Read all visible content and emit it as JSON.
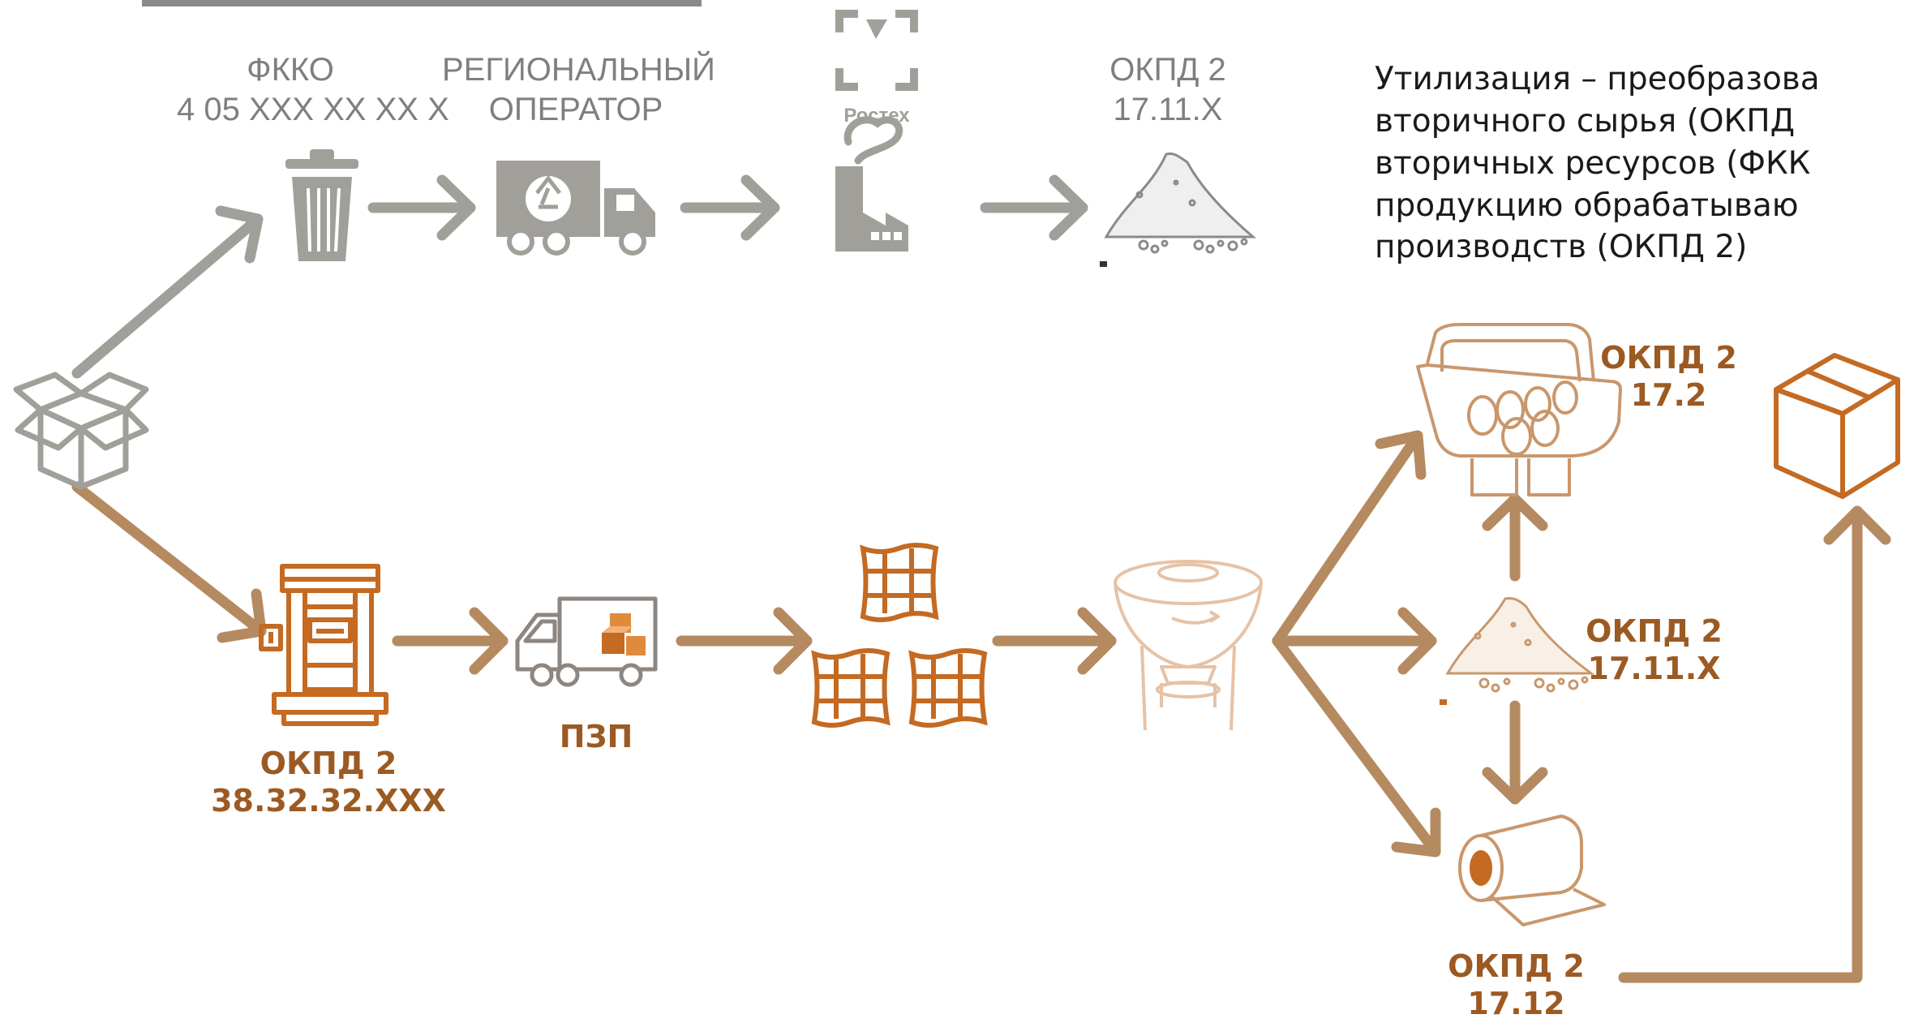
{
  "colors": {
    "grey": "#9a9a94",
    "brown": "#b58a60",
    "orange": "#c46a22",
    "light_brown": "#d7a982",
    "text_dark": "#1a1a1a"
  },
  "top_row": {
    "fkko_title": "ФККО",
    "fkko_code": "4 05 XXX XX XX X",
    "operator_line1": "РЕГИОНАЛЬНЫЙ",
    "operator_line2": "ОПЕРАТОР",
    "rostec_logo_text": "Ростех",
    "okpd_title": "ОКПД 2",
    "okpd_code": "17.11.X"
  },
  "bottom_row": {
    "press_title": "ОКПД 2",
    "press_code": "38.32.32.XXX",
    "truck_label": "ПЗП"
  },
  "products": {
    "tray_title": "ОКПД 2",
    "tray_code": "17.2",
    "pulp_title": "ОКПД 2",
    "pulp_code": "17.11.X",
    "roll_title": "ОКПД 2",
    "roll_code": "17.12"
  },
  "description": {
    "line1": "Утилизация – преобразова",
    "line2": "вторичного сырья (ОКПД",
    "line3": "вторичных ресурсов (ФКК",
    "line4": "продукцию обрабатываю",
    "line5": "производств (ОКПД 2)"
  },
  "icons": [
    "box-icon",
    "trash-can-icon",
    "garbage-truck-icon",
    "rostec-factory-icon",
    "pulp-pile-icon",
    "press-machine-icon",
    "delivery-truck-icon",
    "bales-icon",
    "pulper-icon",
    "egg-tray-icon",
    "paper-roll-icon",
    "package-box-icon"
  ]
}
